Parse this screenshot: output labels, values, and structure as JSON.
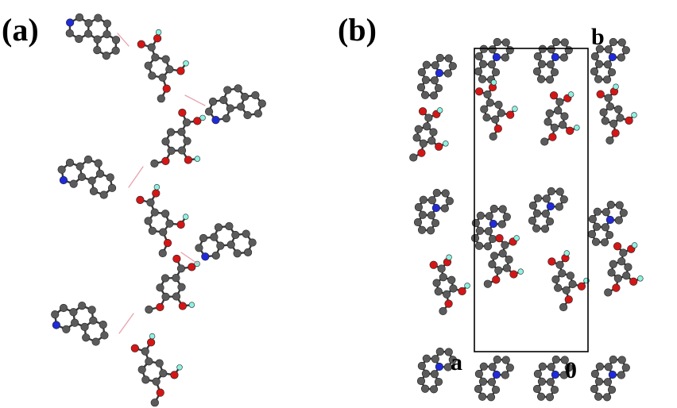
{
  "panels": {
    "a": {
      "label": "(a)"
    },
    "b": {
      "label": "(b)"
    }
  },
  "axes": {
    "b": "b",
    "a": "a",
    "origin": "0"
  },
  "colors": {
    "carbon": "#5b5b5b",
    "oxygen": "#d41616",
    "nitrogen": "#1f2bd8",
    "hydrogen": "#8ef2e2",
    "bond": "#3a3a3a",
    "hbond": "#e7a2ae",
    "cell": "#000000"
  }
}
